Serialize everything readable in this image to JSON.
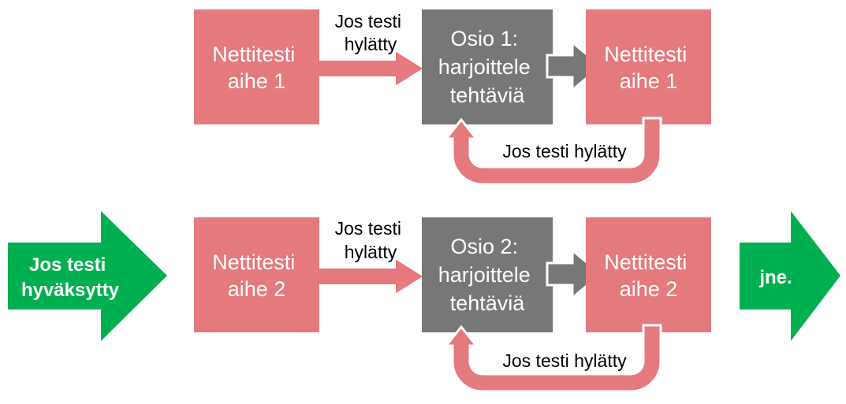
{
  "colors": {
    "pink": "#E57A7E",
    "gray": "#777777",
    "green": "#00B050",
    "white": "#FFFFFF",
    "black": "#000000"
  },
  "row1": {
    "test_box_left": [
      "Nettitesti",
      "aihe 1"
    ],
    "label_top": [
      "Jos testi",
      "hylätty"
    ],
    "section_box": [
      "Osio 1:",
      "harjoittele",
      "tehtäviä"
    ],
    "test_box_right": [
      "Nettitesti",
      "aihe 1"
    ],
    "label_loop": "Jos testi hylätty"
  },
  "row2": {
    "test_box_left": [
      "Nettitesti",
      "aihe 2"
    ],
    "label_top": [
      "Jos testi",
      "hylätty"
    ],
    "section_box": [
      "Osio 2:",
      "harjoittele",
      "tehtäviä"
    ],
    "test_box_right": [
      "Nettitesti",
      "aihe 2"
    ],
    "label_loop": "Jos testi hylätty"
  },
  "entry_arrow": [
    "Jos testi",
    "hyväksytty"
  ],
  "exit_arrow": "jne."
}
